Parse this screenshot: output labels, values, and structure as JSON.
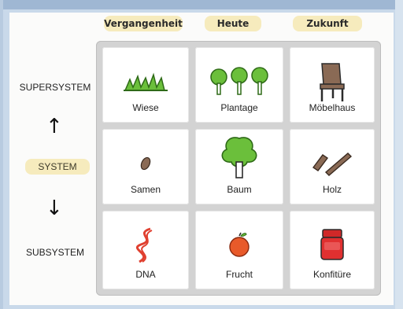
{
  "columns": {
    "past": "Vergangenheit",
    "today": "Heute",
    "future": "Zukunft"
  },
  "rows": {
    "supersystem": "SUPERSYSTEM",
    "system": "SYSTEM",
    "subsystem": "SUBSYSTEM"
  },
  "arrows": {
    "up": "↑",
    "down": "↓"
  },
  "cells": {
    "r1": [
      "Wiese",
      "Plantage",
      "Möbelhaus"
    ],
    "r2": [
      "Samen",
      "Baum",
      "Holz"
    ],
    "r3": [
      "DNA",
      "Frucht",
      "Konfitüre"
    ]
  },
  "colors": {
    "highlight": "#f6ebbd",
    "grid": "#d3d3d3",
    "green": "#6bbf3b",
    "red": "#e04030",
    "brown": "#8a6a55"
  }
}
